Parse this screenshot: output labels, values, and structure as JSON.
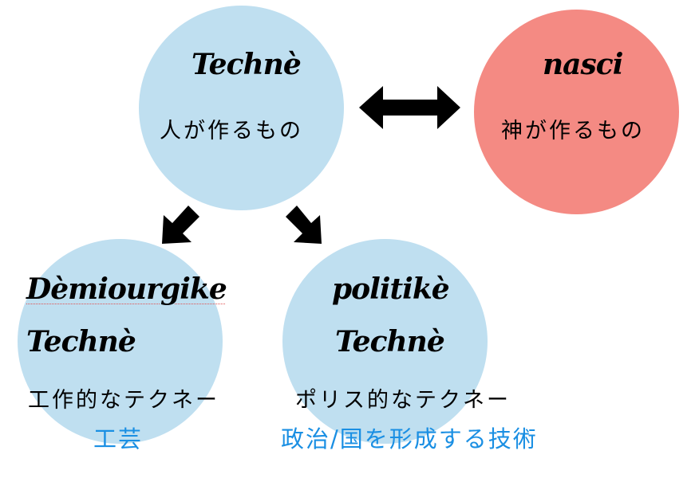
{
  "nodes": {
    "techne": {
      "title": "Technè",
      "subtitle": "人が作るもの"
    },
    "nasci": {
      "title": "nasci",
      "subtitle": "神が作るもの"
    },
    "demiourgike": {
      "title_line1": "Dèmiourgike",
      "title_line2": "Technè",
      "subtitle": "工作的なテクネー",
      "note": "工芸"
    },
    "politike": {
      "title_line1": "politikè",
      "title_line2": "Technè",
      "subtitle": "ポリス的なテクネー",
      "note": "政治/国を形成する技術"
    }
  },
  "colors": {
    "blue_circle": "#bfdff0",
    "red_circle": "#f48a83",
    "note_text": "#1a8fe3"
  }
}
